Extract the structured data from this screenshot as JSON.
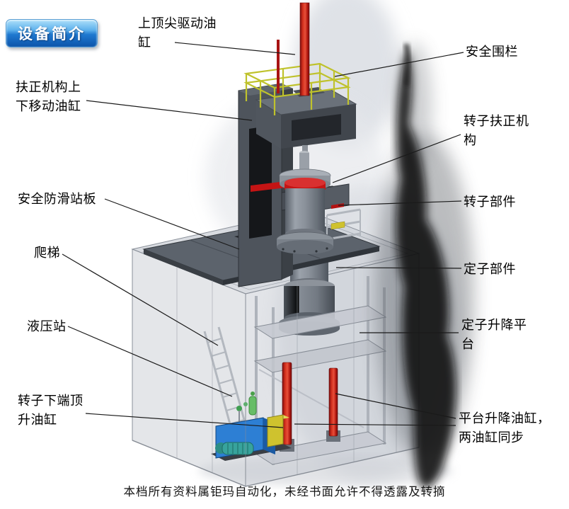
{
  "badge": {
    "label": "设备简介"
  },
  "callouts": [
    {
      "id": "top-drive-cylinder",
      "text": "上顶尖驱动油缸"
    },
    {
      "id": "safety-fence",
      "text": "安全围栏"
    },
    {
      "id": "centering-lift-cylinder",
      "text": "扶正机构上下移动油缸"
    },
    {
      "id": "rotor-centering-mechanism",
      "text": "转子扶正机构"
    },
    {
      "id": "anti-slip-platform",
      "text": "安全防滑站板"
    },
    {
      "id": "rotor-part",
      "text": "转子部件"
    },
    {
      "id": "ladder",
      "text": "爬梯"
    },
    {
      "id": "stator-part",
      "text": "定子部件"
    },
    {
      "id": "hydraulic-station",
      "text": "液压站"
    },
    {
      "id": "stator-lift-platform",
      "text": "定子升降平台"
    },
    {
      "id": "rotor-bottom-jack-cylinder",
      "text": "转子下端顶升油缸"
    },
    {
      "id": "platform-lift-cylinders",
      "text": "平台升降油缸，两油缸同步"
    }
  ],
  "footer": {
    "text": "本档所有资料属钜玛自动化，未经书面允许不得透露及转摘"
  },
  "colors": {
    "badge_blue": "#1668c0",
    "cylinder_red": "#cc1414",
    "railing_yellow": "#bfc22c",
    "hydraulic_blue": "#2d7fd4",
    "machine_gray": "#555b63",
    "enclosure_gray": "#c9cdd4",
    "accent_yellow": "#cfc22e",
    "pump_teal": "#37a39c"
  }
}
